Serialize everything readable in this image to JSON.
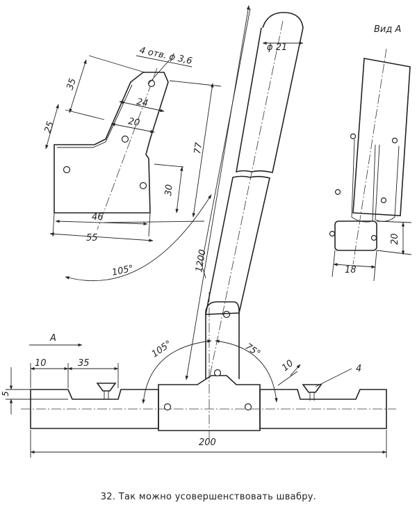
{
  "caption": "32. Так можно усовершенствовать швабру.",
  "view_label": "Вид А",
  "arrow_label": "А",
  "callouts": {
    "holes": "4 отв. ϕ 3,6",
    "diameter": "ϕ 21",
    "part_number": "4"
  },
  "dimensions": {
    "d35_top": "35",
    "d24": "24",
    "d20_neck": "20",
    "d25": "25",
    "d77": "77",
    "d30": "30",
    "d46": "46",
    "d55": "55",
    "d105_detail": "105°",
    "d1200": "1200",
    "d20_view": "20",
    "d18": "18",
    "d10_left": "10",
    "d35_left": "35",
    "d5": "5",
    "d105_main": "105°",
    "d75": "75°",
    "d10_right": "10",
    "d200": "200"
  }
}
